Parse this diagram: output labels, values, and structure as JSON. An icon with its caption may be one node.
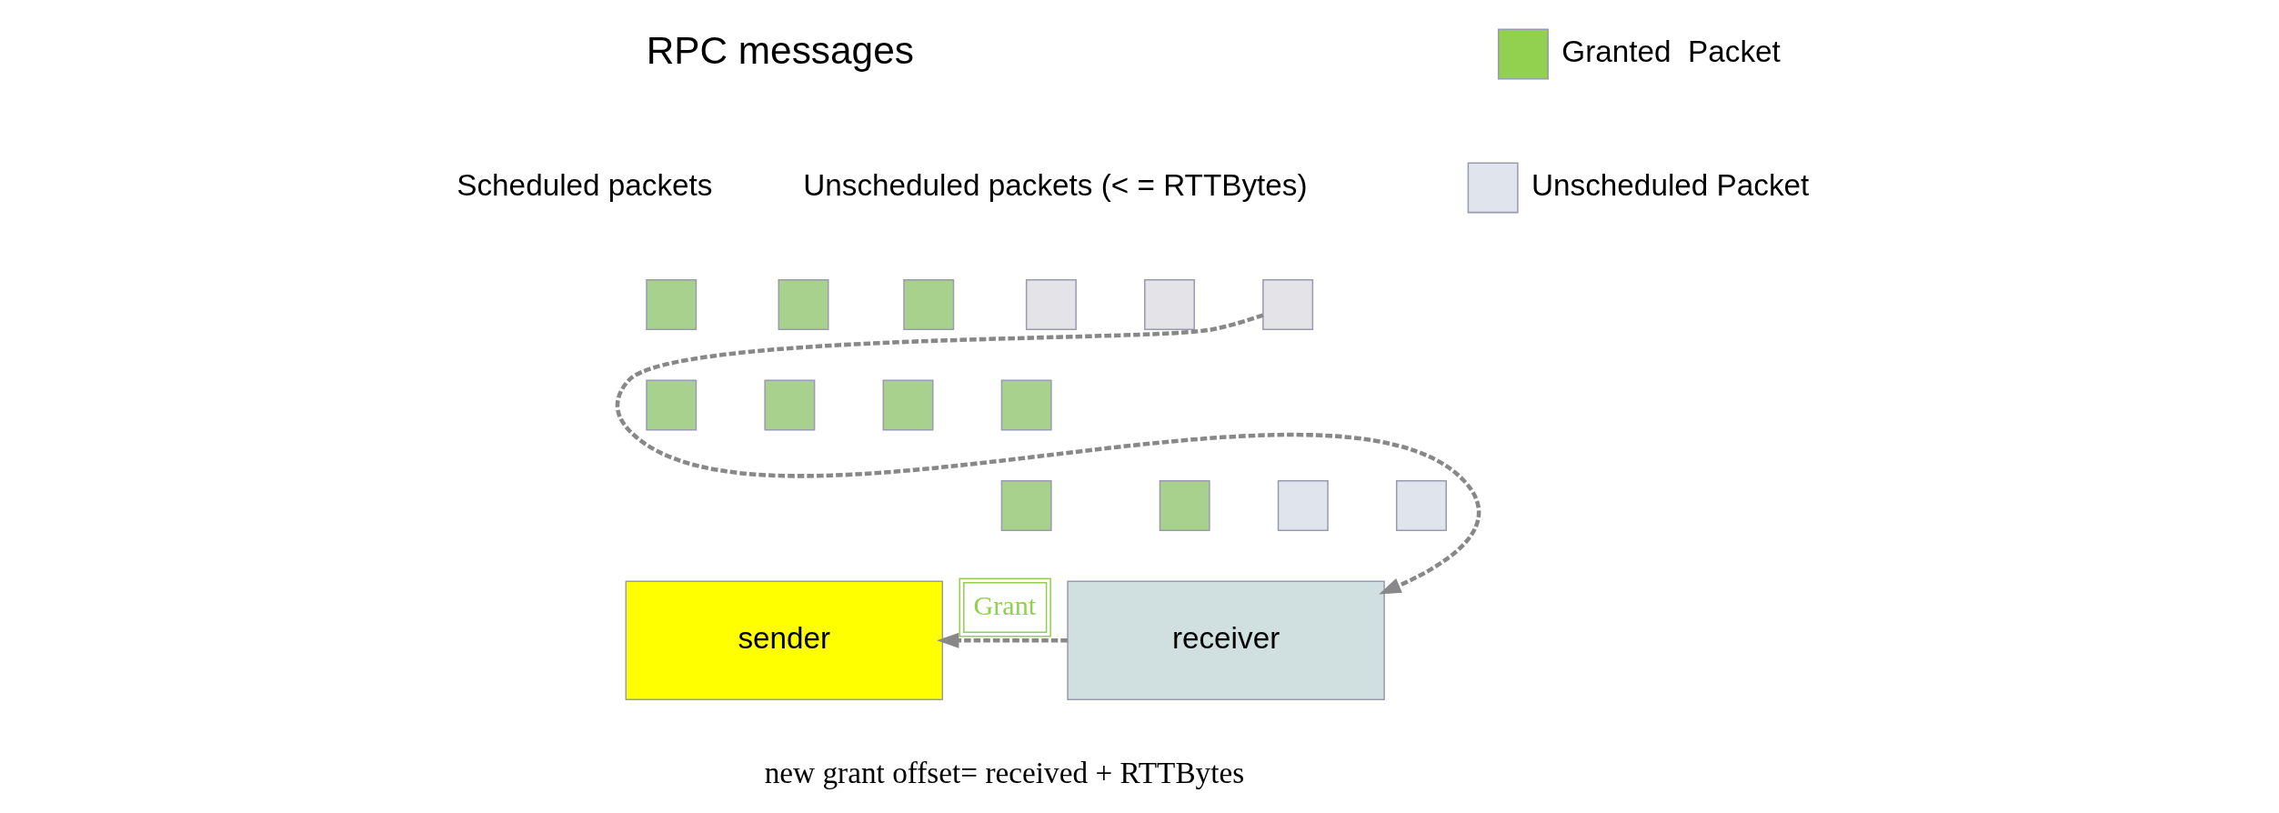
{
  "diagram": {
    "nodes": [
      {
        "text": [],
        "shape": "box"
      },
      {
        "text": [],
        "shape": "box"
      },
      {
        "text": [],
        "shape": "box"
      },
      {
        "text": [],
        "shape": "box"
      },
      {
        "text": [],
        "shape": "box"
      },
      {
        "text": [],
        "shape": "box"
      },
      {
        "text": [],
        "shape": "box"
      },
      {
        "text": [],
        "shape": "box"
      },
      {
        "text": [],
        "shape": "box"
      },
      {
        "text": [],
        "shape": "box"
      },
      {
        "text": [],
        "shape": "box"
      },
      {
        "text": [],
        "shape": "box"
      },
      {
        "text": [],
        "shape": "box"
      },
      {
        "text": [],
        "shape": "box"
      },
      {
        "text": [
          "sender"
        ]
      },
      {
        "text": [
          "receiver"
        ]
      }
    ],
    "edges": [
      {
        "from": 5,
        "to": 15,
        "arrow": "to",
        "style": "dashed"
      },
      {
        "from": 15,
        "to": 14,
        "arrow": "to",
        "style": "dashed",
        "label": "Grant"
      }
    ],
    "labels": [
      "RPC messages",
      "Scheduled packets",
      "Unscheduled packets (< = RTTBytes)",
      "new grant offset= received + RTTBytes"
    ],
    "legend": [
      {
        "text": "Granted  Packet",
        "color": "#92d050"
      },
      {
        "text": "Unscheduled Packet",
        "color": "#e0e4ec"
      }
    ]
  }
}
